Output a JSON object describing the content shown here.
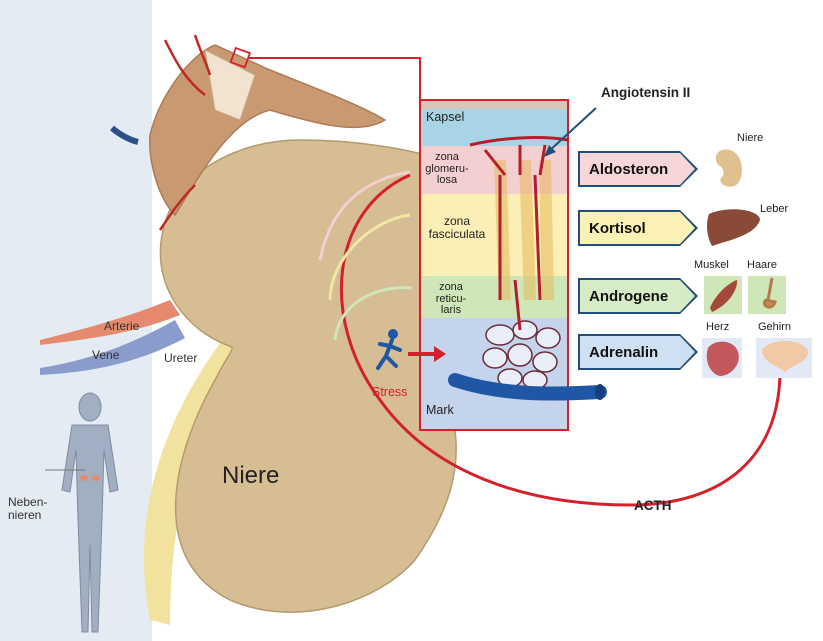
{
  "labels": {
    "angiotensin": "Angiotensin II",
    "kapsel": "Kapsel",
    "zona_glomerulosa": "zona\nglomeru-\nlosa",
    "zona_fasciculata": "zona\nfasciculata",
    "zona_reticularis": "zona\nreticu-\nlaris",
    "mark": "Mark",
    "stress": "Stress",
    "arterie": "Arterie",
    "vene": "Vene",
    "ureter": "Ureter",
    "niere_big": "Niere",
    "nebennieren": "Neben-\nnieren",
    "acth": "ACTH"
  },
  "hormones": [
    {
      "label": "Aldosteron",
      "fill": "#f6d6d6"
    },
    {
      "label": "Kortisol",
      "fill": "#fbf1b4"
    },
    {
      "label": "Androgene",
      "fill": "#d6ecc6"
    },
    {
      "label": "Adrenalin",
      "fill": "#cfe0f2"
    }
  ],
  "targets": {
    "niere": "Niere",
    "leber": "Leber",
    "muskel": "Muskel",
    "haare": "Haare",
    "herz": "Herz",
    "gehirn": "Gehirn"
  },
  "colors": {
    "kapsel": "#a9d4e6",
    "glomerulosa": "#f4cfd2",
    "fasciculata": "#fbefb5",
    "reticularis": "#cfe7b8",
    "mark": "#c4d4ec",
    "arrow_red": "#d4202a",
    "vessel_blue": "#1f57a4"
  }
}
